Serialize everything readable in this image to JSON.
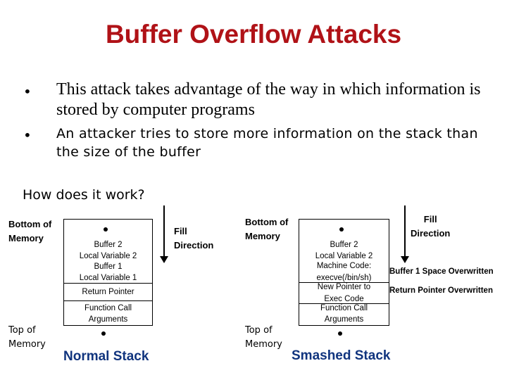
{
  "slide": {
    "title": "Buffer Overflow Attacks",
    "bullet_glyph": "•",
    "bullets": [
      "This attack takes advantage of the way in which information is stored by computer programs",
      "An attacker tries to store more information on the stack than the size of the buffer"
    ],
    "subheading": "How does it work?"
  },
  "normal": {
    "bottom_label": [
      "Bottom of",
      "Memory"
    ],
    "top_label": [
      "Top of",
      "Memory"
    ],
    "fill_label": [
      "Fill",
      "Direction"
    ],
    "cells": {
      "b2": "Buffer 2",
      "lv2": "Local Variable 2",
      "b1": "Buffer 1",
      "lv1": "Local Variable 1",
      "rp": "Return Pointer",
      "fc1": "Function Call",
      "fc2": "Arguments"
    },
    "caption": "Normal Stack"
  },
  "smashed": {
    "bottom_label": [
      "Bottom of",
      "Memory"
    ],
    "top_label": [
      "Top of",
      "Memory"
    ],
    "fill_label": [
      "Fill",
      "Direction"
    ],
    "cells": {
      "b2": "Buffer 2",
      "lv2": "Local Variable 2",
      "mc": "Machine Code:",
      "ex": "execve(/bin/sh)",
      "np": "New Pointer to",
      "ec": "Exec Code",
      "fc1": "Function Call",
      "fc2": "Arguments"
    },
    "notes": {
      "buf1": "Buffer 1 Space Overwritten",
      "ret": "Return Pointer Overwritten"
    },
    "caption": "Smashed Stack"
  },
  "icons": [
    "bullet-dot",
    "arrow-down-icon",
    "ellipsis-dot"
  ]
}
